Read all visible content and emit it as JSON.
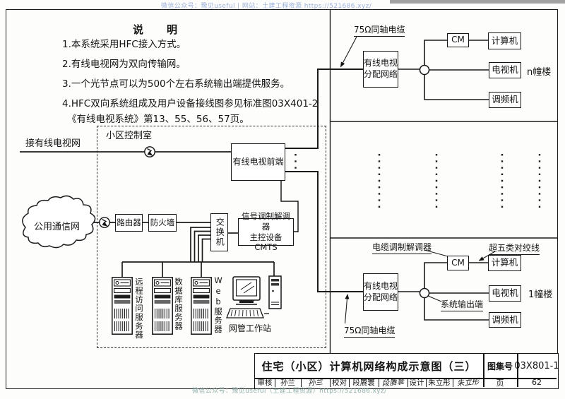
{
  "watermarks": {
    "top": "微信公众号：豫见useful | 网站：土建工程资源 https://521686.xyz/",
    "bottom": "微信公众号：豫见useful（土建工程资源）https://521686.xyz/"
  },
  "notes": {
    "title": "说　明",
    "items": [
      "1.本系统采用HFC接入方式。",
      "2.有线电视网为双向传输网。",
      "3.一个光节点可以为500个左右系统输出端提供服务。",
      "4.HFC双向系统组成及用户设备接线图参见标准图03X401-2",
      "《有线电视系统》第13、55、56、57页。"
    ]
  },
  "control_room": {
    "room_label": "小区控制室",
    "catv_in": "接有线电视网",
    "headend": "有线电视前端",
    "cloud": "公用通信网",
    "router": "路由器",
    "firewall": "防火墙",
    "switch": "交换机",
    "cmts_line1": "信号调制解调器",
    "cmts_line2": "主控设备CMTS",
    "server_remote": "远程访问服务器",
    "server_db": "数据库服务器",
    "server_web": "Web服务器",
    "workstation": "网管工作站"
  },
  "building_n": {
    "coax": "75Ω同轴电缆",
    "dist1": "有线电视",
    "dist2": "分配网络",
    "cm": "CM",
    "pc": "计算机",
    "tv": "电视机",
    "fm": "调频机",
    "name": "n幢楼"
  },
  "building_1": {
    "coax": "75Ω同轴电缆",
    "modem_label": "电缆调制解调器",
    "cat5_label": "超五类对绞线",
    "output_label": "系统输出端",
    "dist1": "有线电视",
    "dist2": "分配网络",
    "cm": "CM",
    "pc": "计算机",
    "tv": "电视机",
    "fm": "调频机",
    "name": "1幢楼"
  },
  "title_block": {
    "title": "住宅（小区）计算机网络构成示意图（三）",
    "atlas_label": "图集号",
    "atlas_no": "03X801-1",
    "page_label": "页",
    "page_no": "62",
    "review_label": "审核",
    "reviewer": "孙兰",
    "reviewer_sig": "孙兰",
    "proof_label": "校对",
    "proofreader": "段赓寰",
    "proofreader_sig": "段赓寰",
    "design_label": "设计",
    "designer": "朱立彤",
    "designer_sig": "朱立彤"
  },
  "icons": {
    "surge_arrester": "circle-with-lightning-arrow",
    "tap": "distribution-tap-circle",
    "cloud": "network-cloud",
    "server_tower": "rack-server-tower",
    "workstation": "desktop-computer",
    "continuation_dots": "vertical-ellipsis"
  }
}
